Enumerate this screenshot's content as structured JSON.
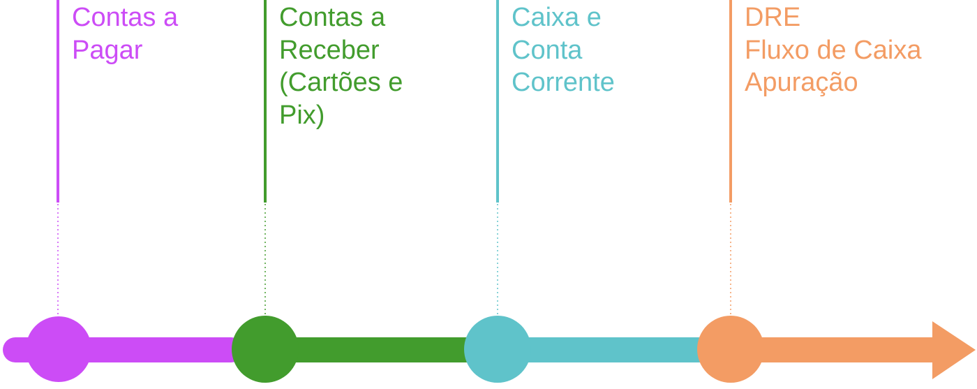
{
  "diagram": {
    "stages": [
      {
        "lines": [
          "Contas a",
          "Pagar"
        ],
        "color": "#cc4cf6"
      },
      {
        "lines": [
          "Contas a",
          "Receber",
          "(Cartões e",
          "Pix)"
        ],
        "color": "#429c2d"
      },
      {
        "lines": [
          "Caixa e",
          "Conta",
          "Corrente"
        ],
        "color": "#5fc3ca"
      },
      {
        "lines": [
          "DRE",
          "Fluxo de Caixa",
          "Apuração"
        ],
        "color": "#f39c64"
      }
    ],
    "arrow_color": "#f39c64"
  }
}
